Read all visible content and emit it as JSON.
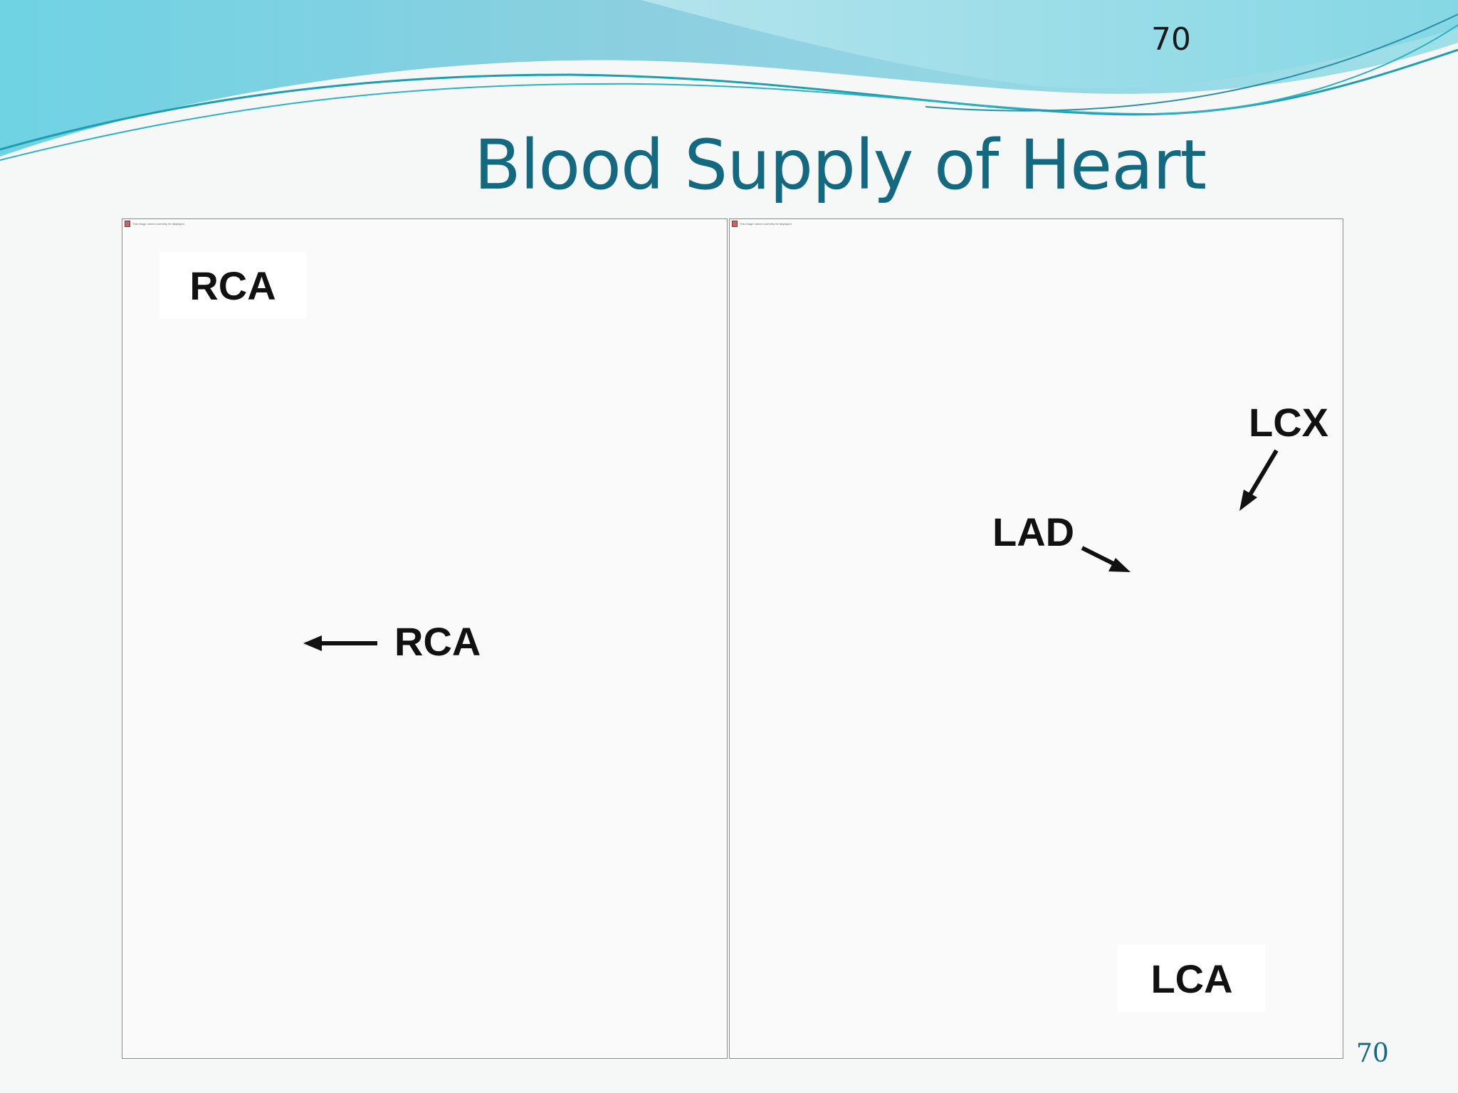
{
  "slide": {
    "number_top": "70",
    "title": "Blood Supply of Heart",
    "number_bottom": "70"
  },
  "left_figure": {
    "broken_image_text": "This image cannot currently be displayed.",
    "box_label": "RCA",
    "arrow_label": "RCA"
  },
  "right_figure": {
    "broken_image_text": "This image cannot currently be displayed.",
    "lcx_label": "LCX",
    "lad_label": "LAD",
    "box_label": "LCA"
  },
  "colors": {
    "title": "#136a80",
    "wave_light": "#9ddde6",
    "wave_mid": "#5cc6db",
    "wave_dark": "#1b9fb0"
  }
}
